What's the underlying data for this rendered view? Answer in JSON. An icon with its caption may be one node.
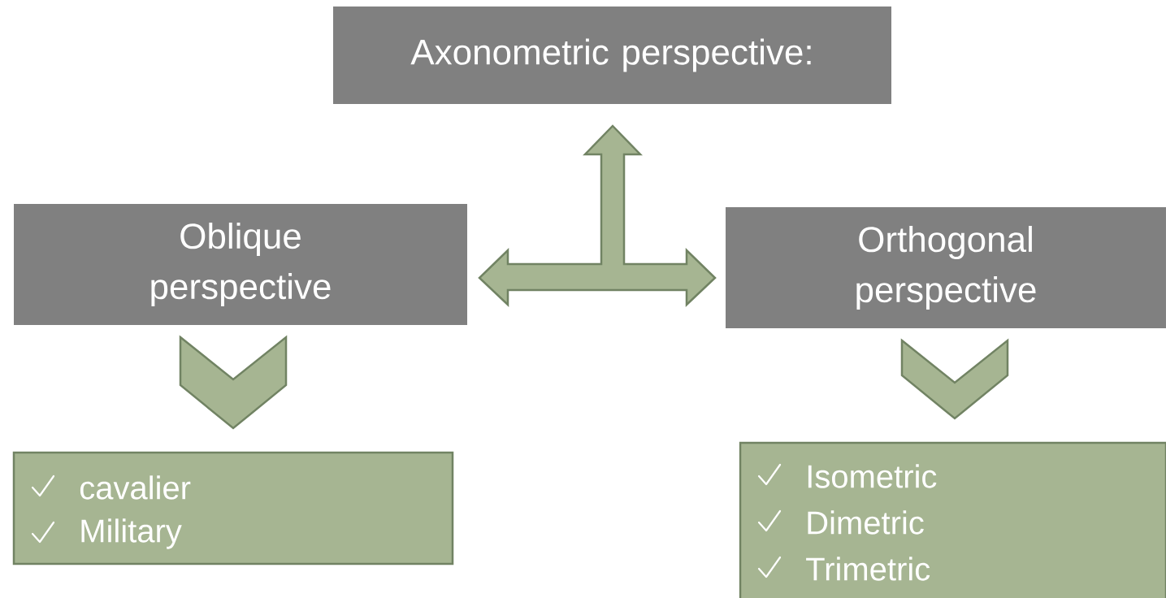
{
  "diagram": {
    "nodes": [
      {
        "text": [
          "Axonometric perspective:"
        ]
      },
      {
        "text": [
          "Oblique perspective"
        ]
      },
      {
        "text": [
          "Orthogonal perspective"
        ]
      },
      {
        "text": [
          "cavalier",
          "Military"
        ]
      },
      {
        "text": [
          "Isometric",
          "Dimetric",
          "Trimetric"
        ]
      }
    ],
    "edges": [
      {
        "from": 0,
        "to": 1,
        "arrow": "both"
      },
      {
        "from": 0,
        "to": 2,
        "arrow": "both"
      },
      {
        "from": 1,
        "to": 3,
        "arrow": "to"
      },
      {
        "from": 2,
        "to": 4,
        "arrow": "to"
      }
    ]
  }
}
